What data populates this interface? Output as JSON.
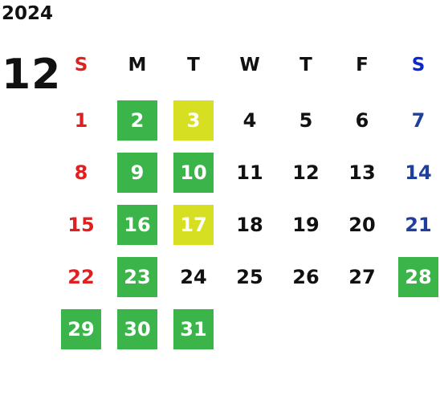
{
  "calendar": {
    "year": "2024",
    "month": "12",
    "colors": {
      "sunday_header": "#e02020",
      "saturday_header": "#0a28d0",
      "sunday_date": "#e02020",
      "saturday_date": "#1e3f9a",
      "highlight_green": "#3bb54a",
      "highlight_yellow": "#d6df21"
    },
    "weekdays": [
      {
        "label": "S",
        "color": "#e02020"
      },
      {
        "label": "M",
        "color": "#111111"
      },
      {
        "label": "T",
        "color": "#111111"
      },
      {
        "label": "W",
        "color": "#111111"
      },
      {
        "label": "T",
        "color": "#111111"
      },
      {
        "label": "F",
        "color": "#111111"
      },
      {
        "label": "S",
        "color": "#0a28d0"
      }
    ],
    "weeks": [
      [
        {
          "d": "1",
          "hl": ""
        },
        {
          "d": "2",
          "hl": "green"
        },
        {
          "d": "3",
          "hl": "yellow"
        },
        {
          "d": "4",
          "hl": ""
        },
        {
          "d": "5",
          "hl": ""
        },
        {
          "d": "6",
          "hl": ""
        },
        {
          "d": "7",
          "hl": ""
        }
      ],
      [
        {
          "d": "8",
          "hl": ""
        },
        {
          "d": "9",
          "hl": "green"
        },
        {
          "d": "10",
          "hl": "green"
        },
        {
          "d": "11",
          "hl": ""
        },
        {
          "d": "12",
          "hl": ""
        },
        {
          "d": "13",
          "hl": ""
        },
        {
          "d": "14",
          "hl": ""
        }
      ],
      [
        {
          "d": "15",
          "hl": ""
        },
        {
          "d": "16",
          "hl": "green"
        },
        {
          "d": "17",
          "hl": "yellow"
        },
        {
          "d": "18",
          "hl": ""
        },
        {
          "d": "19",
          "hl": ""
        },
        {
          "d": "20",
          "hl": ""
        },
        {
          "d": "21",
          "hl": ""
        }
      ],
      [
        {
          "d": "22",
          "hl": ""
        },
        {
          "d": "23",
          "hl": "green"
        },
        {
          "d": "24",
          "hl": ""
        },
        {
          "d": "25",
          "hl": ""
        },
        {
          "d": "26",
          "hl": ""
        },
        {
          "d": "27",
          "hl": ""
        },
        {
          "d": "28",
          "hl": "green"
        }
      ],
      [
        {
          "d": "29",
          "hl": "green"
        },
        {
          "d": "30",
          "hl": "green"
        },
        {
          "d": "31",
          "hl": "green"
        },
        {
          "d": "",
          "hl": ""
        },
        {
          "d": "",
          "hl": ""
        },
        {
          "d": "",
          "hl": ""
        },
        {
          "d": "",
          "hl": ""
        }
      ]
    ]
  }
}
